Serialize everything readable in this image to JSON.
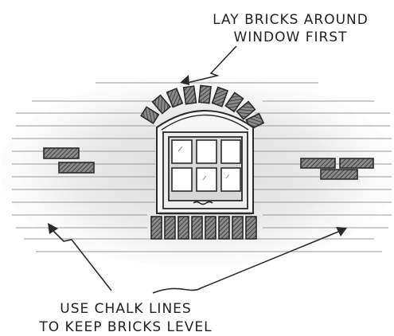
{
  "annotations": {
    "top_line1": "LAY BRICKS AROUND",
    "top_line2": "WINDOW FIRST",
    "bottom_line1": "USE CHALK LINES",
    "bottom_line2": "TO KEEP BRICKS LEVEL"
  },
  "colors": {
    "ink": "#2a2a2a",
    "brick": "#6a6a6a",
    "chalk_line": "#9a9a9a",
    "wall_shade": "#e3e3e3"
  }
}
